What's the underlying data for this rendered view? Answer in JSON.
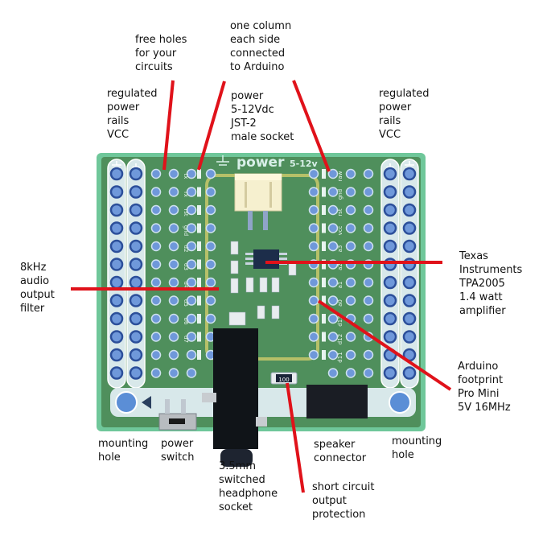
{
  "diagram": {
    "subject": "Arduino Pro Mini amplifier prototyping board",
    "colors": {
      "pcb": "#4f8f5c",
      "pcb_edge": "#6fc79a",
      "rail": "#d8e8ea",
      "pad": "#2c4f9a",
      "leader": "#e0121a",
      "connector": "#f6f0cf",
      "jack": "#101418",
      "silk_outline": "#c8c96a"
    },
    "silkscreen": {
      "power_title": "power",
      "power_voltage": "5-12v",
      "resistor_marking": "100",
      "plus_symbol": "+",
      "left_pin_labels": [
        "tx",
        "rx",
        "rst",
        "gnd",
        "d2",
        "d3",
        "d4",
        "d5",
        "d6",
        "d7"
      ],
      "right_pin_labels": [
        "raw",
        "gnd",
        "rst",
        "vcc",
        "a3",
        "a2",
        "a1",
        "a0",
        "d13",
        "d12",
        "d11"
      ]
    },
    "annotations": [
      {
        "id": "free-holes",
        "lines": [
          "free holes",
          "for your",
          "circuits"
        ]
      },
      {
        "id": "arduino-column",
        "lines": [
          "one column",
          "each side",
          "connected",
          "to Arduino"
        ]
      },
      {
        "id": "rails-left",
        "lines": [
          "regulated",
          "power",
          "rails",
          "VCC"
        ]
      },
      {
        "id": "power-socket",
        "lines": [
          "power",
          "5-12Vdc",
          "JST-2",
          "male socket"
        ]
      },
      {
        "id": "rails-right",
        "lines": [
          "regulated",
          "power",
          "rails",
          "VCC"
        ]
      },
      {
        "id": "audio-filter",
        "lines": [
          "8kHz",
          "audio",
          "output",
          "filter"
        ]
      },
      {
        "id": "amplifier",
        "lines": [
          "Texas",
          "Instruments",
          "TPA2005",
          "1.4 watt",
          "amplifier"
        ]
      },
      {
        "id": "arduino-footprint",
        "lines": [
          "Arduino",
          "footprint",
          "Pro Mini",
          "5V 16MHz"
        ]
      },
      {
        "id": "mounting-hole-left",
        "lines": [
          "mounting",
          "hole"
        ]
      },
      {
        "id": "power-switch",
        "lines": [
          "power",
          "switch"
        ]
      },
      {
        "id": "headphone-socket",
        "lines": [
          "3.5mm",
          "switched",
          "headphone",
          "socket"
        ]
      },
      {
        "id": "speaker-connector",
        "lines": [
          "speaker",
          "connector"
        ]
      },
      {
        "id": "mounting-hole-right",
        "lines": [
          "mounting",
          "hole"
        ]
      },
      {
        "id": "short-circuit",
        "lines": [
          "short circuit",
          "output",
          "protection"
        ]
      }
    ]
  }
}
